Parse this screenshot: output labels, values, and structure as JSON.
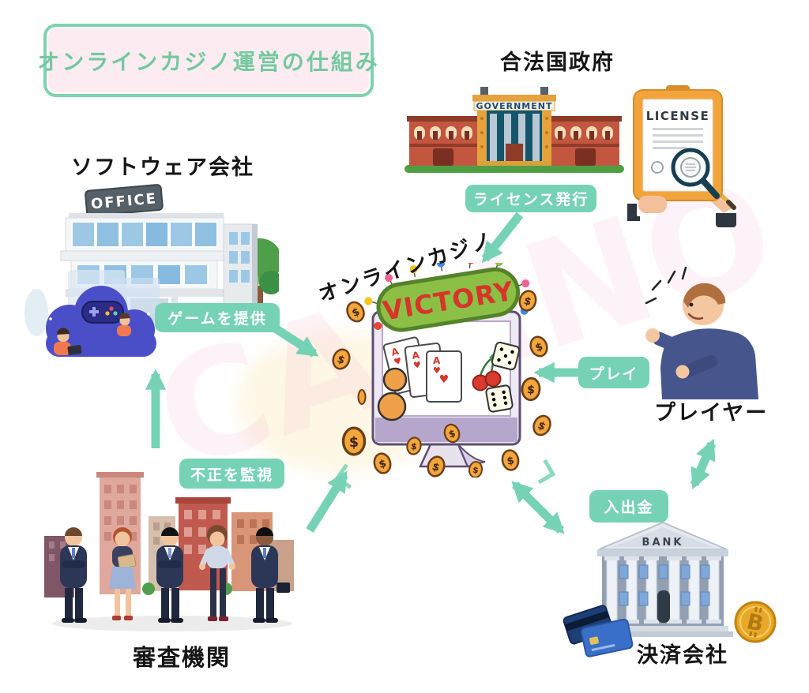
{
  "title": "オンラインカジノ運営の仕組み",
  "watermark": "CASINO",
  "nodes": {
    "government": {
      "label": "合法国政府",
      "sign": "GOVERNMENT"
    },
    "license": {
      "doc_title": "LICENSE"
    },
    "software": {
      "label": "ソフトウェア会社",
      "sign": "OFFICE"
    },
    "casino": {
      "label": "オンラインカジノ",
      "sign": "VICTORY"
    },
    "player": {
      "label": "プレイヤー"
    },
    "auditor": {
      "label": "審査機関"
    },
    "payment": {
      "label": "決済会社",
      "sign": "BANK"
    }
  },
  "edges": {
    "license_issue": {
      "label": "ライセンス発行",
      "from": "government",
      "to": "casino",
      "style": "one-way"
    },
    "provide_games": {
      "label": "ゲームを提供",
      "from": "software",
      "to": "casino",
      "style": "one-way"
    },
    "play": {
      "label": "プレイ",
      "from": "player",
      "to": "casino",
      "style": "one-way"
    },
    "monitor_fraud": {
      "label": "不正を監視",
      "from": "auditor",
      "to": "software",
      "style": "one-way"
    },
    "audit_casino": {
      "from": "auditor",
      "to": "casino",
      "style": "one-way"
    },
    "payments_casino": {
      "label": "入出金",
      "from": "payment",
      "to": "casino",
      "style": "two-way"
    },
    "payments_player": {
      "from": "player",
      "to": "payment",
      "style": "two-way"
    }
  },
  "symbols": {
    "coin": "$",
    "bitcoin": "B",
    "card_rank": "A",
    "card_suit": "♥"
  },
  "colors": {
    "mint": "#76D2B4",
    "title_text": "#74C9A0",
    "title_bg": "#FCECF1",
    "label_text": "#161616",
    "pill_text": "#FFFFFF"
  }
}
